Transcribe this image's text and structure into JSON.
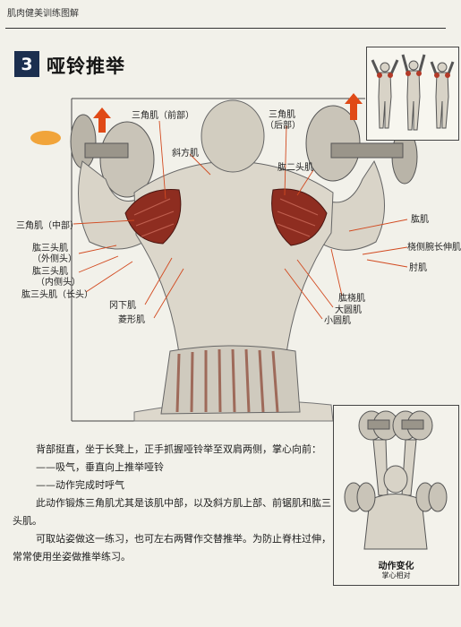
{
  "header": {
    "title": "肌肉健美训练图解"
  },
  "section": {
    "number": "3",
    "title": "哑铃推举"
  },
  "labels": {
    "deltoid_front": "三角肌（前部）",
    "deltoid_rear": "三角肌",
    "deltoid_rear_sub": "（后部）",
    "trapezius": "斜方肌",
    "biceps": "肱二头肌",
    "deltoid_middle": "三角肌（中部）",
    "triceps_lateral": "肱三头肌",
    "triceps_lateral_sub": "（外侧头）",
    "triceps_medial": "肱三头肌",
    "triceps_medial_sub": "（内侧头）",
    "triceps_long": "肱三头肌（长头）",
    "serratus": "冈下肌",
    "rhomboid": "菱形肌",
    "brachialis": "肱肌",
    "brachioradialis": "桡侧腕长伸肌",
    "elbow": "肘肌",
    "brachioradialis2": "肱桡肌",
    "teres_major": "大圆肌",
    "teres_minor": "小圆肌"
  },
  "inset": {
    "caption": "动作变化",
    "subcaption": "掌心相对"
  },
  "body": {
    "p1": "背部挺直，坐于长凳上，正手抓握哑铃举至双肩两侧，掌心向前：",
    "l1": "——吸气，垂直向上推举哑铃",
    "l2": "——动作完成时呼气",
    "p2": "此动作锻炼三角肌尤其是该肌中部，以及斜方肌上部、前锯肌和肱三头肌。",
    "p3": "可取站姿做这一练习，也可左右两臂作交替推举。为防止脊柱过伸，常常使用坐姿做推举练习。"
  },
  "colors": {
    "accent": "#1c2f4f",
    "arrow": "#e04a17",
    "muscle": "#8e2d20",
    "dot": "#f1a43a"
  }
}
